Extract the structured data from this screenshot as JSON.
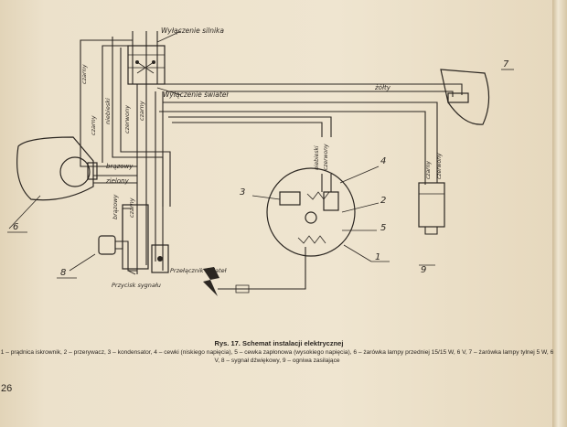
{
  "figure": {
    "caption_title": "Rys. 17. Schemat instalacji elektrycznej",
    "caption_body": "1 – prądnica iskrownik, 2 – przerywacz, 3 – kondensator, 4 – cewki (niskiego napięcia), 5 – cewka zapłonowa (wysokiego napięcia), 6 – żarówka lampy przedniej 15/15 W, 6 V, 7 – żarówka lampy tylnej 5 W, 6 V, 8 – sygnał dźwiękowy, 9 – ogniwa zasilające",
    "page_number": "26"
  },
  "labels": {
    "switch_ignition": "Wyłączenie silnika",
    "switch_lights": "Wyłączenie świateł",
    "horn_button": "Przycisk sygnału",
    "light_switch": "Przełącznik świateł",
    "wire_zolty": "żółty",
    "wire_brazowy": "brązowy",
    "wire_zielony": "zielony",
    "wire_czerwony": "czerwony",
    "wire_niebieski": "niebieski",
    "wire_czarny_1": "czarny",
    "wire_czarny_2": "czarny",
    "wire_czarny_3": "czarny",
    "wire_brazowy_2": "brązowy",
    "wire_czarny_4": "czarny",
    "wire_niebieski_2": "niebieski",
    "wire_czerwony_2": "czerwony",
    "wire_czarny_5": "czarny",
    "wire_czerwony_3": "czerwony"
  },
  "numbers": {
    "n1": "1",
    "n2": "2",
    "n3": "3",
    "n4": "4",
    "n5": "5",
    "n6": "6",
    "n7": "7",
    "n8": "8",
    "n9": "9"
  }
}
